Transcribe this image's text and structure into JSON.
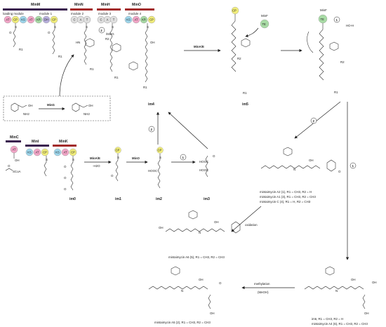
{
  "modules": {
    "minM": "MinM",
    "minM_sub": [
      "loading module",
      "module 1"
    ],
    "minM_domains": [
      "AT",
      "CP",
      "KS",
      "AT",
      "KR",
      "DH",
      "CP"
    ],
    "minN": "MinN",
    "minN_sub": "module 2",
    "minN_domains": [
      "C",
      "A",
      "T"
    ],
    "minH": "MinH",
    "minH_sub": "module 3",
    "minH_domains": [
      "C",
      "A",
      "T"
    ],
    "minO": "MinO",
    "minO_sub": "module 4",
    "minO_domains": [
      "KS",
      "AT",
      "KR",
      "CP"
    ],
    "minC": "MinC",
    "minC_domains": [
      "AT"
    ],
    "minI": "MinI",
    "minI_domains": [
      "KS",
      "AT",
      "CP"
    ],
    "minK": "MinK",
    "minK_domains": [
      "KS",
      "AT",
      "CP"
    ],
    "minF": "MinF",
    "minF_domains": [
      "TE"
    ]
  },
  "labels": {
    "minG": "MinG",
    "minG_step": "/MinG",
    "minAE_top": "MinA/E",
    "minAE_bottom": "MinA/E",
    "h2o": "-H2O",
    "minO_step": "MinO",
    "oxidation": "oxidation",
    "methylation": "methylation",
    "meoh": "(MeOH)",
    "step1": "1",
    "step2": "2",
    "sco_a": "SCoA",
    "oh": "OH",
    "nh2": "NH2",
    "hooc": "HOOC",
    "ho_h": "HO-H",
    "r1": "R1",
    "r2": "R2",
    "nh": "N"
  },
  "intermediates": {
    "im0": "im0",
    "im1": "im1",
    "im2": "im2",
    "im3": "im3",
    "im4": "im4",
    "im5": "im5",
    "im6": "im6"
  },
  "compounds": {
    "mint_a2": "mintaimycin A2 (1), R1 = CH3, R2 = H",
    "mint_a1": "mintaimycin A1 (3), R1 = CH3, R2 = CH3",
    "mint_c": "mintaimycin C (4), R1 = H, R2 = CH3",
    "mint_a6": "mintaimycin A6 (5), R1 = CH3, R2 = CH3",
    "mint_a5": "mintaimycin A5 (2), R1 = CH3, R2 = CH3",
    "im6_line": "im6, R1 = CH3, R2 = H",
    "mint_a4": "mintaimycin A4 (6), R1 = CH3, R2 = CH3"
  },
  "colors": {
    "AT": "#f3a6c8",
    "CP": "#f2ee7a",
    "KS": "#9fd8ee",
    "KR": "#a8dba5",
    "DH": "#b9b1df",
    "C": "#e0e0e0",
    "A": "#e0e0e0",
    "T": "#e0e0e0",
    "TE": "#a8dba5",
    "bar_dark": "#3b1f4f",
    "bar_red": "#a22a2a"
  }
}
